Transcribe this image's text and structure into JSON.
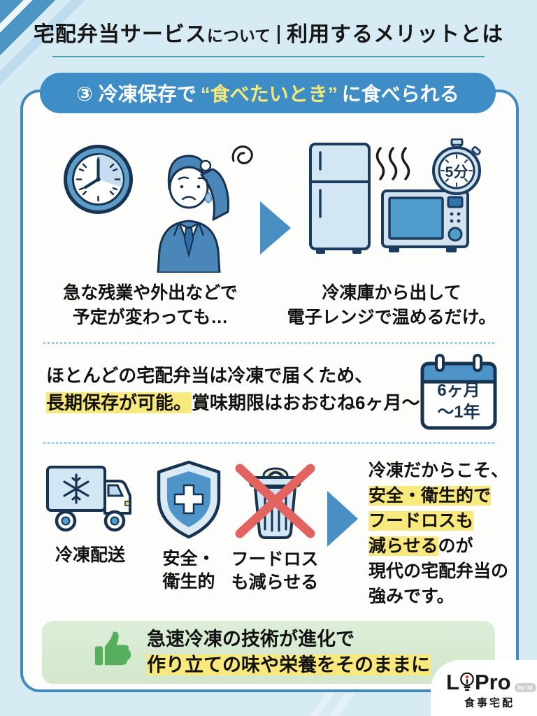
{
  "header": {
    "title_main": "宅配弁当サービス",
    "title_sub": "について",
    "title_right": "利用するメリットとは"
  },
  "banner": {
    "text_pre": "③ 冷凍保存で",
    "text_highlight": "“食べたいとき”",
    "text_post": "に食べられる"
  },
  "section_scenario": {
    "left_caption_line1": "急な残業や外出などで",
    "left_caption_line2": "予定が変わっても…",
    "right_caption_line1": "冷凍庫から出して",
    "right_caption_line2": "電子レンジで温めるだけ。",
    "timer_label": "5分"
  },
  "section_storage": {
    "line1": "ほとんどの宅配弁当は冷凍で届くため、",
    "line2_highlight": "長期保存が可能。",
    "line2_rest": "賞味期限はおおむね6ヶ月〜1年。",
    "calendar_label_line1": "6ヶ月",
    "calendar_label_line2": "〜1年"
  },
  "section_benefits": {
    "items": [
      {
        "label_line1": "冷凍配送",
        "label_line2": ""
      },
      {
        "label_line1": "安全・",
        "label_line2": "衛生的"
      },
      {
        "label_line1": "フードロス",
        "label_line2": "も減らせる"
      }
    ],
    "text_lines": [
      {
        "pre": "冷凍だからこそ、",
        "hl": "",
        "post": ""
      },
      {
        "pre": "",
        "hl": "安全・衛生的で",
        "post": ""
      },
      {
        "pre": "",
        "hl": "フードロスも",
        "post": ""
      },
      {
        "pre": "",
        "hl": "減らせる",
        "post": "のが"
      },
      {
        "pre": "現代の宅配弁当の",
        "hl": "",
        "post": ""
      },
      {
        "pre": "強みです。",
        "hl": "",
        "post": ""
      }
    ]
  },
  "conclusion": {
    "line1": "急速冷凍の技術が進化で",
    "line2_highlight": "作り立ての味や栄養をそのままに"
  },
  "footer_logo": {
    "brand_l": "L",
    "brand_rest": "Pro",
    "badge": "by iid",
    "subtitle": "食事宅配"
  },
  "colors": {
    "background": "#d7ebf5",
    "banner_blue": "#3f8dc6",
    "banner_yellow": "#f2e979",
    "card_border": "#4489bb",
    "highlight_yellow": "#f9e87b",
    "accent_blue": "#4a8fc3",
    "illustration_blue": "#4a86b8",
    "cross_red": "#e2635f",
    "thumb_green": "#56ae5e",
    "conclusion_green": "#d8ead1"
  }
}
